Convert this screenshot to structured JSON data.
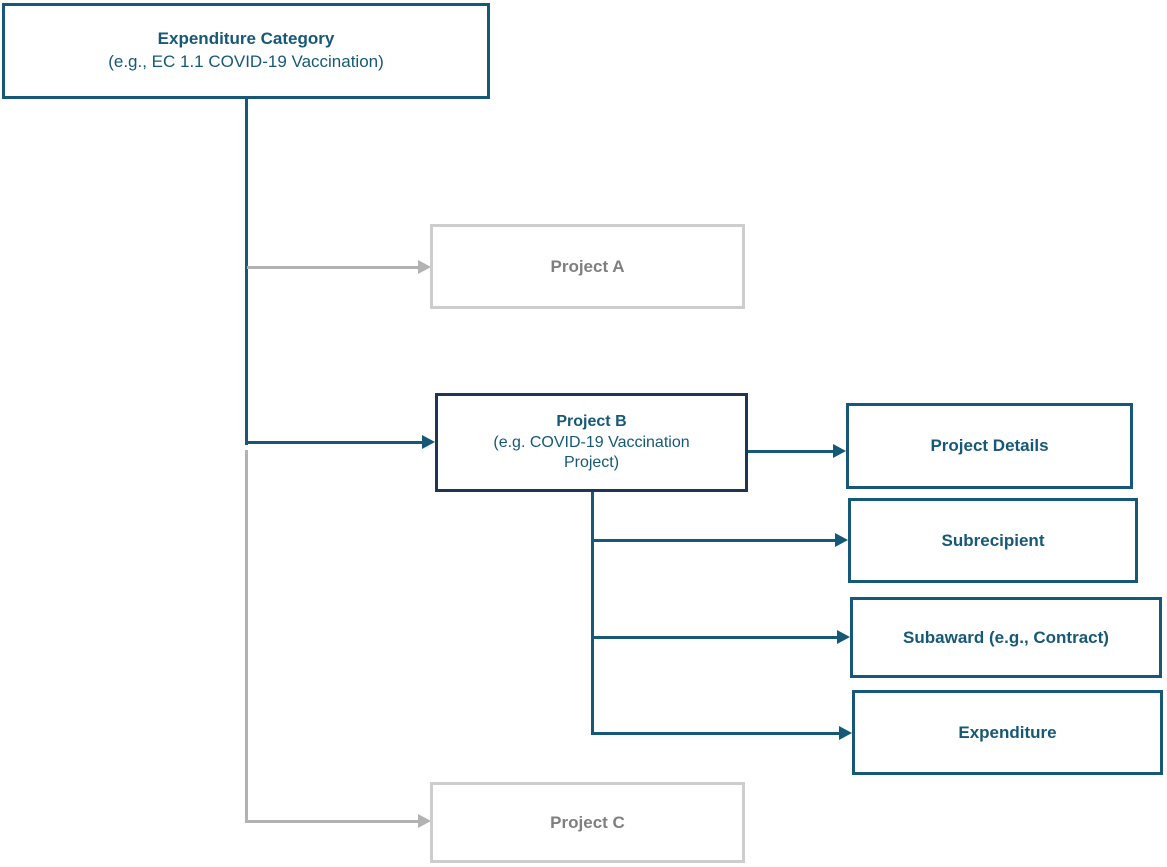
{
  "colors": {
    "teal": "#165877",
    "navy": "#1e3554",
    "gray_border": "#cdcdcd",
    "gray_text": "#7f7f7f",
    "gray_line": "#b2b2b2",
    "background": "#ffffff"
  },
  "diagram": {
    "expenditure_category": {
      "title": "Expenditure Category",
      "subtitle": "(e.g., EC 1.1 COVID-19 Vaccination)"
    },
    "project_a": {
      "label": "Project A"
    },
    "project_b": {
      "title": "Project B",
      "subtitle": "(e.g. COVID-19 Vaccination Project)"
    },
    "project_c": {
      "label": "Project C"
    },
    "project_details": {
      "label": "Project Details"
    },
    "subrecipient": {
      "label": "Subrecipient"
    },
    "subaward": {
      "label": "Subaward (e.g., Contract)"
    },
    "expenditure": {
      "label": "Expenditure"
    }
  }
}
